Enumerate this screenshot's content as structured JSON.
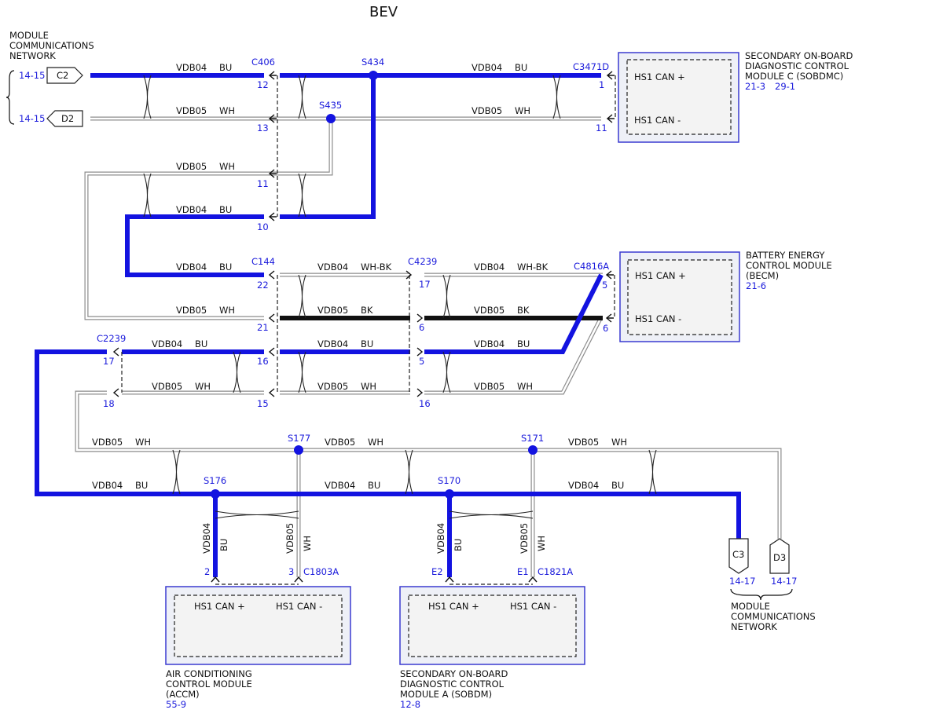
{
  "title": "BEV",
  "network_label_left": "MODULE\nCOMMUNICATIONS\nNETWORK",
  "network_label_right": "MODULE\nCOMMUNICATIONS\nNETWORK",
  "connectors": {
    "C2": {
      "name": "C2",
      "ref": "14-15"
    },
    "D2": {
      "name": "D2",
      "ref": "14-15"
    },
    "C3": {
      "name": "C3",
      "ref": "14-17"
    },
    "D3": {
      "name": "D3",
      "ref": "14-17"
    }
  },
  "labels": {
    "c406": "C406",
    "s434": "S434",
    "s435": "S435",
    "c3471d": "C3471D",
    "c144": "C144",
    "c4239": "C4239",
    "c4816a": "C4816A",
    "c2239": "C2239",
    "s177": "S177",
    "s171": "S171",
    "s176": "S176",
    "s170": "S170",
    "c1803a": "C1803A",
    "c1821a": "C1821A"
  },
  "wire": {
    "vdb04": "VDB04",
    "vdb05": "VDB05",
    "bu": "BU",
    "wh": "WH",
    "bk": "BK",
    "whbk": "WH-BK"
  },
  "pins": {
    "p12": "12",
    "p13": "13",
    "p11a": "11",
    "p10": "10",
    "p1": "1",
    "p11b": "11",
    "p22": "22",
    "p21": "21",
    "p16a": "16",
    "p15": "15",
    "p17a": "17",
    "p6a": "6",
    "p5a": "5",
    "p16b": "16",
    "p5b": "5",
    "p6b": "6",
    "p17b": "17",
    "p18": "18",
    "p2": "2",
    "p3": "3",
    "pE2": "E2",
    "pE1": "E1"
  },
  "modules": {
    "sobdmc": {
      "name": "SECONDARY ON-BOARD\nDIAGNOSTIC CONTROL\nMODULE C (SOBDMC)",
      "refs": "21-3    29-1",
      "pin_plus": "HS1 CAN +",
      "pin_minus": "HS1 CAN -"
    },
    "becm": {
      "name": "BATTERY ENERGY\nCONTROL MODULE\n(BECM)",
      "refs": "21-6",
      "pin_plus": "HS1 CAN +",
      "pin_minus": "HS1 CAN -"
    },
    "accm": {
      "name": "AIR CONDITIONING\nCONTROL MODULE\n(ACCM)",
      "refs": "55-9",
      "pin_plus": "HS1 CAN +",
      "pin_minus": "HS1 CAN -"
    },
    "sobdm": {
      "name": "SECONDARY ON-BOARD\nDIAGNOSTIC CONTROL\nMODULE A (SOBDM)",
      "refs": "12-8",
      "pin_plus": "HS1 CAN +",
      "pin_minus": "HS1 CAN -"
    }
  },
  "colors": {
    "bu": "#1313e0",
    "wh": "#8c8c8c",
    "bk": "#111111",
    "ref": "#1a1adb"
  }
}
